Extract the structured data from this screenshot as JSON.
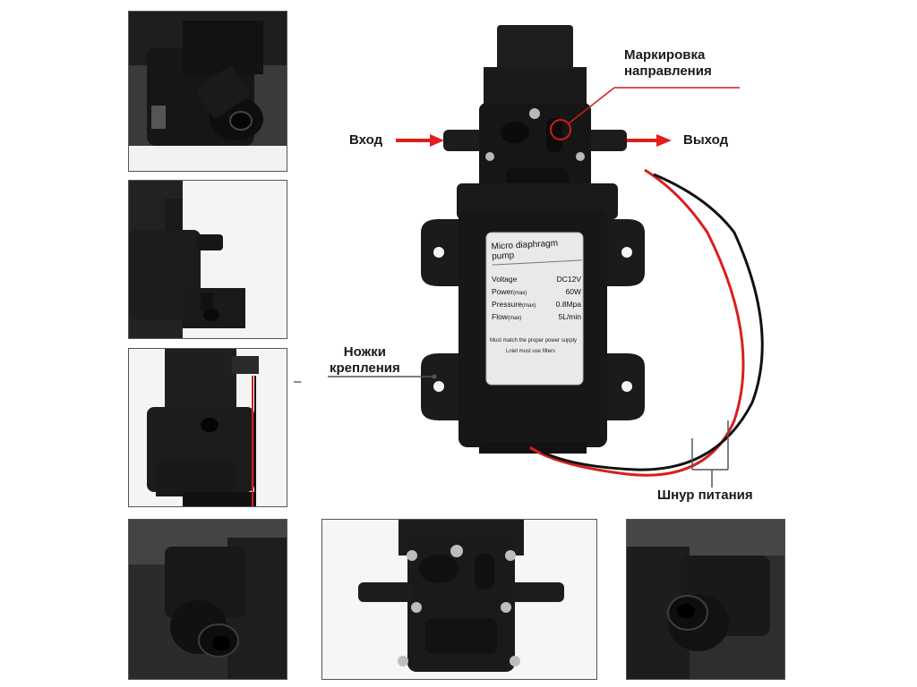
{
  "labels": {
    "marking_line1": "Маркировка",
    "marking_line2": "направления",
    "inlet": "Вход",
    "outlet": "Выход",
    "feet_line1": "Ножки",
    "feet_line2": "крепления",
    "power_cord": "Шнур питания",
    "dash": "–"
  },
  "pump_label": {
    "title": "Micro diaphragm pump",
    "rows": [
      {
        "key": "Voltage",
        "sub": "",
        "value": "DC12V"
      },
      {
        "key": "Power",
        "sub": "(max)",
        "value": "60W"
      },
      {
        "key": "Pressure",
        "sub": "(max)",
        "value": "0.8Mpa"
      },
      {
        "key": "Flow",
        "sub": "(max)",
        "value": "5L/min"
      }
    ],
    "note1": "Must match the proper power supply",
    "note2": "Lniet must use filters"
  },
  "colors": {
    "arrow": "#e11d1d",
    "pump_body": "#1b1b1b",
    "wire_red": "#d81f1f",
    "wire_black": "#111111",
    "marking_circle": "#d21b1b"
  }
}
